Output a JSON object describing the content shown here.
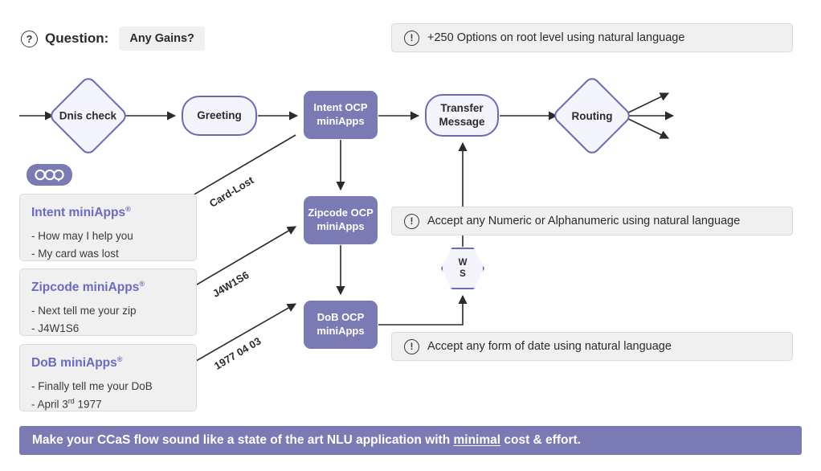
{
  "question": {
    "icon": "question-circle-icon",
    "label": "Question:",
    "chip": "Any Gains?"
  },
  "banners": [
    {
      "icon": "info-circle-icon",
      "text": "+250 Options on root level using natural language"
    },
    {
      "icon": "info-circle-icon",
      "text": "Accept any Numeric or Alphanumeric using natural language"
    },
    {
      "icon": "info-circle-icon",
      "text": "Accept any form of date using natural language"
    }
  ],
  "nodes": {
    "dnis": "Dnis check",
    "greeting": "Greeting",
    "intent": {
      "line1": "Intent OCP",
      "line2": "miniApps"
    },
    "transfer": {
      "line1": "Transfer",
      "line2": "Message"
    },
    "routing": "Routing",
    "zipcode": {
      "line1": "Zipcode OCP",
      "line2": "miniApps"
    },
    "dob": {
      "line1": "DoB OCP",
      "line2": "miniApps"
    },
    "ws": {
      "line1": "W",
      "line2": "S"
    }
  },
  "logo": {
    "name": "ocp-logo",
    "text": "ocp"
  },
  "cards": [
    {
      "title": "Intent miniApps",
      "registered": "®",
      "lines": [
        "- How may I help you",
        "- My card was lost"
      ]
    },
    {
      "title": "Zipcode miniApps",
      "registered": "®",
      "lines": [
        "- Next tell me your zip",
        "- J4W1S6"
      ]
    },
    {
      "title": "DoB miniApps",
      "registered": "®",
      "lines": [
        "- Finally tell me your DoB",
        "- April 3rd 1977"
      ]
    }
  ],
  "edge_labels": {
    "card_lost": "Card-Lost",
    "zip": "J4W1S6",
    "dob": "1977 04 03"
  },
  "footer": {
    "before": "Make your CCaS flow sound like a state of the art NLU application with ",
    "highlight": "minimal",
    "after": " cost & effort."
  },
  "colors": {
    "purple_fill": "#7a7ab5",
    "purple_stroke": "#6a6abd",
    "light_lavender": "#f4f4fc",
    "card_grey": "#f0f0f0",
    "title_purple": "#6a6ac4",
    "arrow": "#2b2b2b"
  }
}
